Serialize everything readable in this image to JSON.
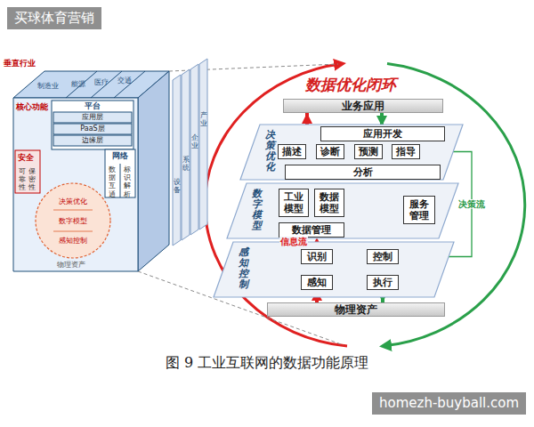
{
  "diagram": {
    "title": "数据优化闭环",
    "caption": "图 9 工业互联网的数据功能原理",
    "nodes": [
      {
        "text": [
          "业务应用"
        ]
      },
      {
        "text": [
          "决策优化"
        ]
      },
      {
        "text": [
          "应用开发"
        ],
        "in": 1
      },
      {
        "text": [
          "描述"
        ],
        "in": 1
      },
      {
        "text": [
          "诊断"
        ],
        "in": 1
      },
      {
        "text": [
          "预测"
        ],
        "in": 1
      },
      {
        "text": [
          "指导"
        ],
        "in": 1
      },
      {
        "text": [
          "分析"
        ],
        "in": 1
      },
      {
        "text": [
          "数字模型"
        ]
      },
      {
        "text": [
          "工业模型"
        ],
        "in": 8
      },
      {
        "text": [
          "数据模型"
        ],
        "in": 8
      },
      {
        "text": [
          "数据管理"
        ],
        "in": 8
      },
      {
        "text": [
          "服务管理"
        ],
        "in": 8
      },
      {
        "text": [
          "感知控制"
        ]
      },
      {
        "text": [
          "识别"
        ],
        "in": 13
      },
      {
        "text": [
          "控制"
        ],
        "in": 13
      },
      {
        "text": [
          "感知"
        ],
        "in": 13
      },
      {
        "text": [
          "执行"
        ],
        "in": 13
      },
      {
        "text": [
          "物理资产"
        ]
      }
    ],
    "edges": [
      {
        "from": 1,
        "to": 0,
        "arrow": "to"
      },
      {
        "from": 0,
        "to": 2,
        "arrow": "to"
      },
      {
        "from": 7,
        "to": 3,
        "arrow": "to"
      },
      {
        "from": 7,
        "to": 4,
        "arrow": "to"
      },
      {
        "from": 7,
        "to": 5,
        "arrow": "to"
      },
      {
        "from": 7,
        "to": 6,
        "arrow": "to"
      },
      {
        "from": 3,
        "to": 4,
        "arrow": "to"
      },
      {
        "from": 4,
        "to": 5,
        "arrow": "to"
      },
      {
        "from": 5,
        "to": 6,
        "arrow": "to"
      },
      {
        "from": 6,
        "to": 15,
        "label": "决策流",
        "arrow": "to"
      },
      {
        "from": 14,
        "to": 11,
        "arrow": "to"
      },
      {
        "from": 16,
        "to": 14,
        "arrow": "to"
      },
      {
        "from": 15,
        "to": 17,
        "arrow": "to"
      },
      {
        "from": 18,
        "to": 16,
        "arrow": "to"
      },
      {
        "from": 17,
        "to": 18,
        "arrow": "to"
      }
    ],
    "labels": [
      "买球体育营销",
      "homezh-buyball.com",
      "信息流",
      "垂直行业",
      "制造业",
      "能源",
      "医疗",
      "交通",
      "核心功能",
      "平台",
      "应用层",
      "PaaS层",
      "边缘层",
      "安全",
      "网络",
      "可靠性",
      "保密性",
      "数据互通",
      "标识解析",
      "决策优化",
      "数字模型",
      "感知控制",
      "物理资产",
      "设备",
      "系统",
      "企业",
      "产业"
    ]
  }
}
